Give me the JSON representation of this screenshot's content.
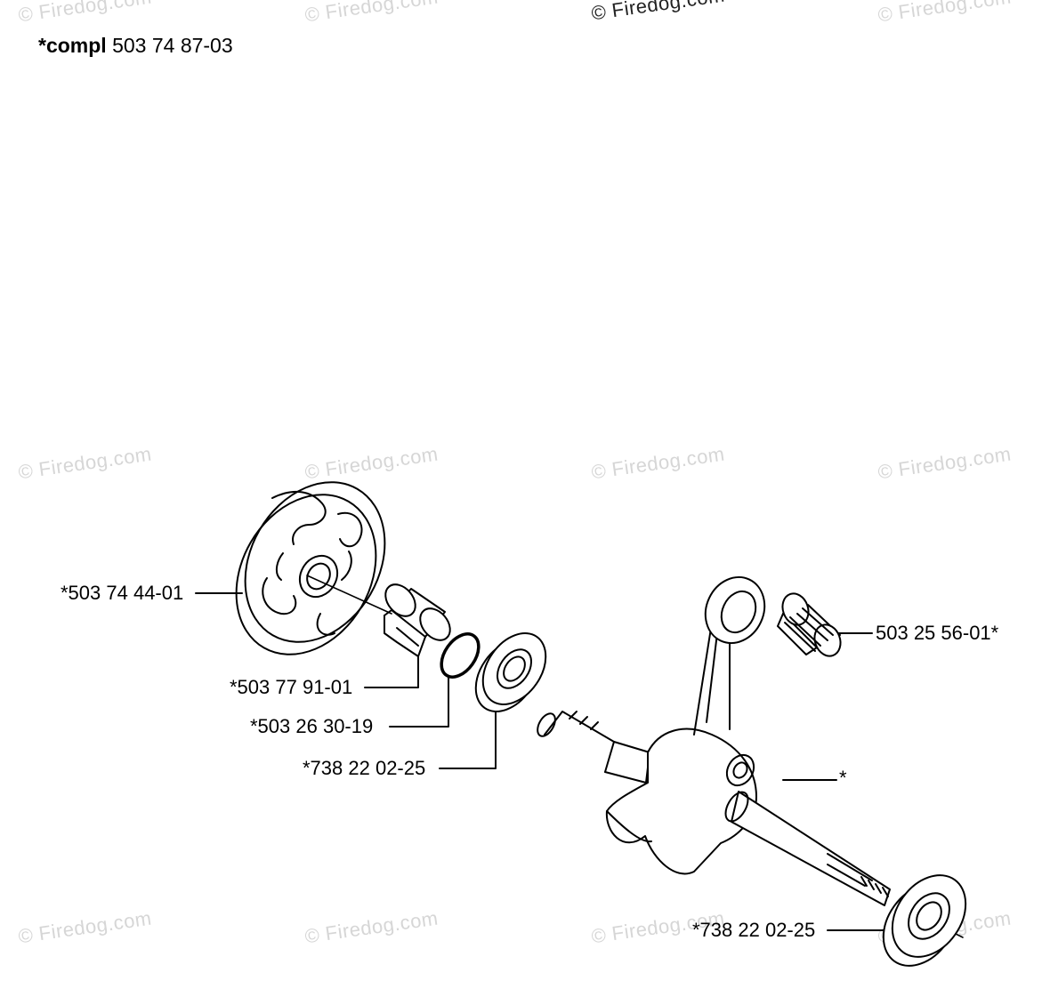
{
  "watermarks": [
    "© Firedog.com",
    "© Firedog.com",
    "© Firedog.com",
    "© Firedog.com",
    "© Firedog.com",
    "© Firedog.com",
    "© Firedog.com",
    "© Firedog.com",
    "© Firedog.com",
    "© Firedog.com",
    "© Firedog.com",
    "© Firedog.com"
  ],
  "header": {
    "prefix": "*compl",
    "number": "503 74 87-03"
  },
  "labels": {
    "clutch": "*503 74 44-01",
    "sleeve": "*503 77 91-01",
    "ring": "*503 26 30-19",
    "bearing_top": "*738 22 02-25",
    "needle_bearing": "503 25 56-01*",
    "crankshaft": "*",
    "bearing_bottom": "*738 22 02-25"
  }
}
